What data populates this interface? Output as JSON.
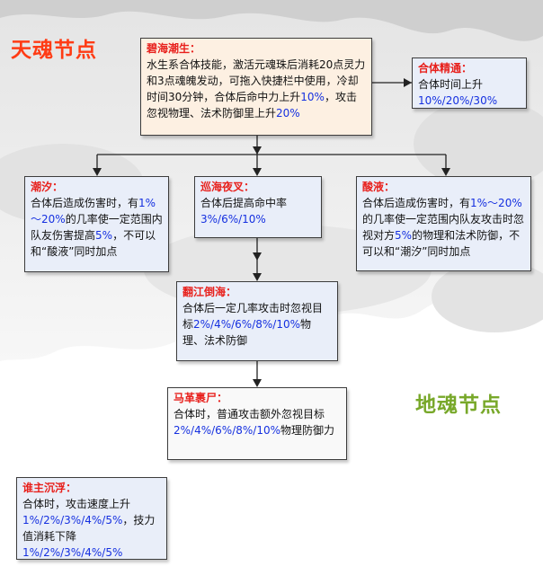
{
  "labels": {
    "heaven": "天魂节点",
    "earth": "地魂节点"
  },
  "nodes": {
    "bihai": {
      "name": "碧海潮生：",
      "desc_a": "水生系合体技能，激活元魂珠后消耗20点灵力和3点魂魄发动，可拖入快捷栏中使用，冷却时间30分钟，合体后命中力上升",
      "v1": "10%",
      "desc_b": "，攻击忽视物理、法术防御里上升",
      "v2": "20%"
    },
    "jingtong": {
      "name": "合体精通：",
      "desc": "合体时间上升",
      "values": "10%/20%/30%"
    },
    "chaoxi": {
      "name": "潮汐：",
      "desc_a": "合体后造成伤害时，有",
      "values": "1%～20%",
      "desc_b": "的几率使一定范围内队友伤害提高",
      "v2": "5%",
      "desc_c": "，不可以和“酸液”同时加点"
    },
    "xunhai": {
      "name": "巡海夜叉：",
      "desc": "合体后提高命中率",
      "values": "3%/6%/10%"
    },
    "suanye": {
      "name": "酸液：",
      "desc_a": "合体后造成伤害时，有",
      "values": "1%～20%",
      "desc_b": "的几率使一定范围内队友攻击时忽视对方",
      "v2": "5%",
      "desc_c": "的物理和法术防御，不可以和“潮汐”同时加点"
    },
    "fanjiang": {
      "name": "翻江倒海：",
      "desc_a": "合体后一定几率攻击时忽视目标",
      "values": "2%/4%/6%/8%/10%",
      "desc_b": "物理、法术防御"
    },
    "mage": {
      "name": "马革裹尸：",
      "desc_a": "合体时，普通攻击额外忽视目标",
      "values": "2%/4%/6%/8%/10%",
      "desc_b": "物理防御力"
    },
    "shuizhu": {
      "name": "谁主沉浮：",
      "desc_a": "合体时，攻击速度上升",
      "values_a": "1%/2%/3%/4%/5%",
      "desc_b": "，技力值消耗下降",
      "values_b": "1%/2%/3%/4%/5%"
    }
  }
}
